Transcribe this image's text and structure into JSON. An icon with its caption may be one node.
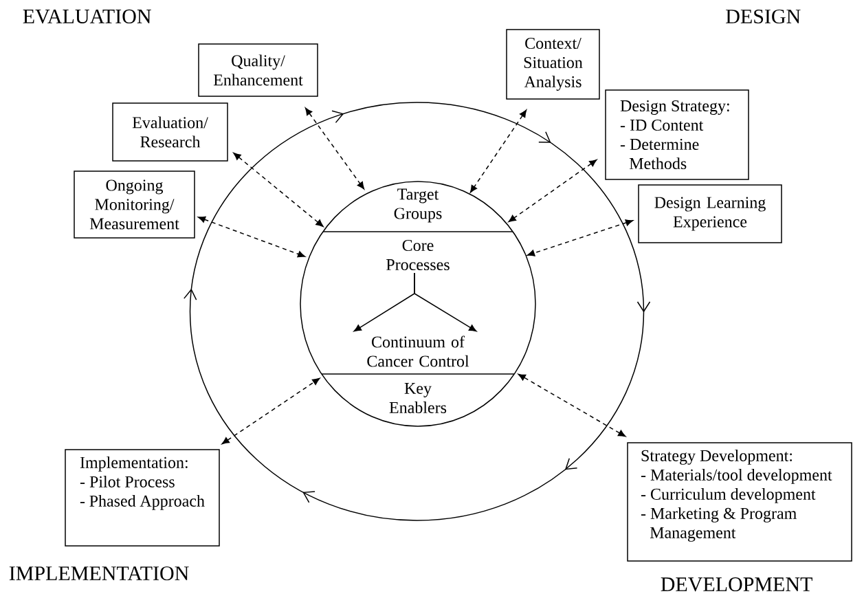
{
  "diagram": {
    "nodes": [
      {
        "text": [
          "Quality/ Enhancement"
        ]
      },
      {
        "text": [
          "Context/ Situation Analysis"
        ]
      },
      {
        "text": [
          "Evaluation/ Research"
        ]
      },
      {
        "text": [
          "Design Strategy:",
          "- ID Content",
          "- Determine Methods"
        ]
      },
      {
        "text": [
          "Ongoing Monitoring/ Measurement"
        ]
      },
      {
        "text": [
          "Design Learning Experience"
        ]
      },
      {
        "text": [],
        "shape": "circle"
      },
      {
        "text": [
          "Target Groups"
        ],
        "in": 6
      },
      {
        "text": [
          "Core Processes"
        ],
        "in": 6
      },
      {
        "text": [
          "Continuum of Cancer Control"
        ],
        "in": 6
      },
      {
        "text": [
          "Key Enablers"
        ],
        "in": 6
      },
      {
        "text": [
          "Implementation:",
          "- Pilot Process",
          "- Phased Approach"
        ]
      },
      {
        "text": [
          "Strategy Development:",
          "- Materials/tool development",
          "- Curriculum development",
          "- Marketing & Program Management"
        ]
      }
    ],
    "edges": [
      {
        "from": 0,
        "to": 6,
        "arrow": "both",
        "style": "dashed"
      },
      {
        "from": 1,
        "to": 6,
        "arrow": "both",
        "style": "dashed"
      },
      {
        "from": 2,
        "to": 6,
        "arrow": "both",
        "style": "dashed"
      },
      {
        "from": 3,
        "to": 6,
        "arrow": "both",
        "style": "dashed"
      },
      {
        "from": 4,
        "to": 6,
        "arrow": "both",
        "style": "dashed"
      },
      {
        "from": 5,
        "to": 6,
        "arrow": "both",
        "style": "dashed"
      },
      {
        "from": 11,
        "to": 6,
        "arrow": "both",
        "style": "dashed"
      },
      {
        "from": 12,
        "to": 6,
        "arrow": "both",
        "style": "dashed"
      },
      {
        "from": 8,
        "to": 9,
        "arrow": "to"
      },
      {
        "from": 8,
        "to": 9,
        "arrow": "to"
      }
    ],
    "labels": [
      "EVALUATION",
      "DESIGN",
      "IMPLEMENTATION",
      "DEVELOPMENT"
    ]
  }
}
